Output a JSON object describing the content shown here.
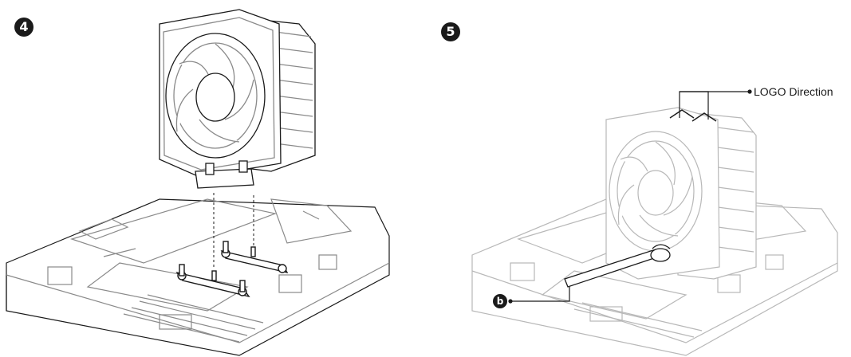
{
  "steps": [
    {
      "number": "4"
    },
    {
      "number": "5"
    }
  ],
  "callouts": {
    "logo_direction": "LOGO Direction",
    "b_marker": "b"
  },
  "colors": {
    "line": "#1a1a1a",
    "mid_gray": "#8a8a8a",
    "light_gray": "#b8b8b8",
    "badge": "#1a1a1a"
  }
}
